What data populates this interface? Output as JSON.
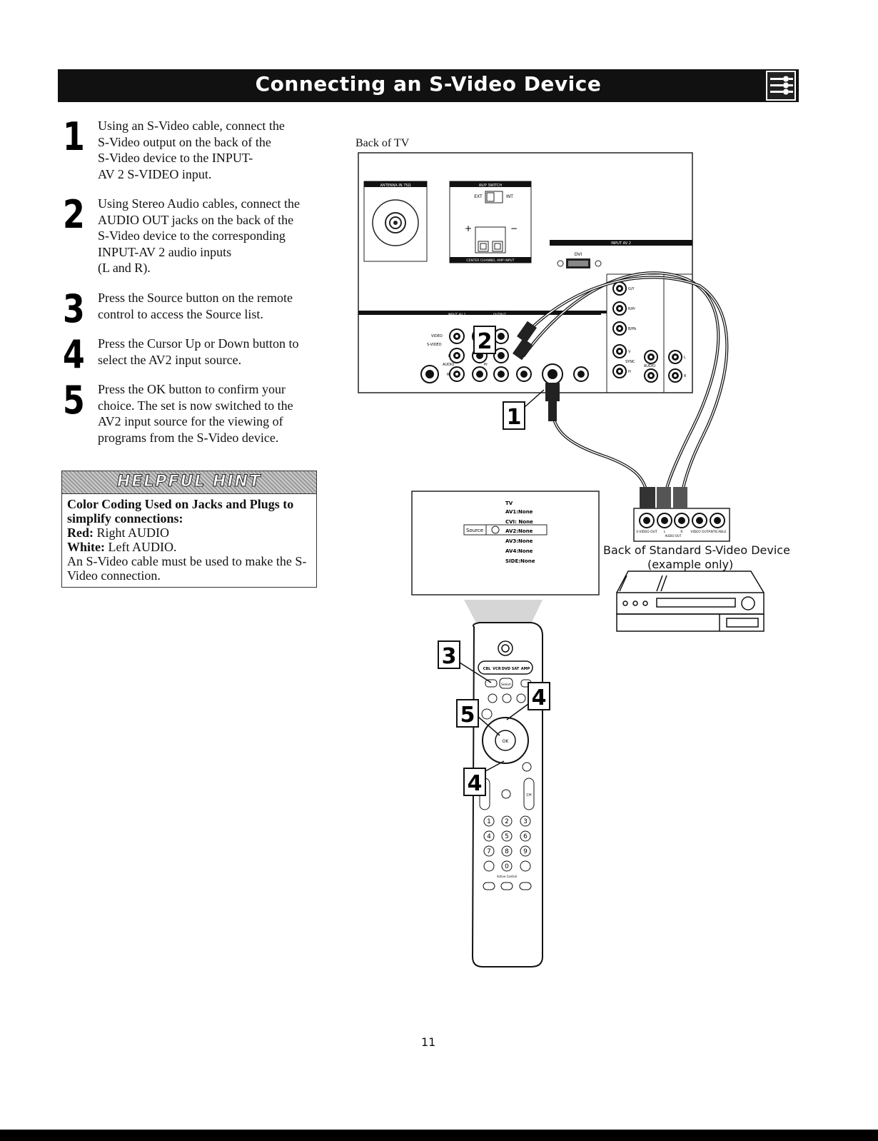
{
  "header": {
    "title": "Connecting an S-Video Device"
  },
  "steps": [
    {
      "number": "1",
      "text": "Using an S-Video cable, connect the\nS-Video output on the back of the\nS-Video device to the INPUT-\nAV 2 S-VIDEO input."
    },
    {
      "number": "2",
      "text": "Using Stereo Audio cables, connect the\nAUDIO OUT jacks on the back of the\nS-Video device to the corresponding\nINPUT-AV 2 audio inputs\n(L and R)."
    },
    {
      "number": "3",
      "text": "Press the Source button on the remote\ncontrol to access the Source list."
    },
    {
      "number": "4",
      "text": "Press the Cursor Up or Down button to\nselect the AV2 input source."
    },
    {
      "number": "5",
      "text": "Press the OK button to confirm your\nchoice. The set is now switched to the\nAV2 input source for the viewing of\nprograms from the S-Video device."
    }
  ],
  "hint": {
    "header": "HELPFUL HINT",
    "heading": "Color Coding Used on Jacks and Plugs to simplify connections:",
    "red_label": "Red:",
    "red_text": " Right AUDIO",
    "white_label": "White:",
    "white_text": " Left AUDIO.",
    "note": "An S-Video cable must be used to make the S-Video connection."
  },
  "diagram": {
    "back_of_tv": "Back of TV",
    "device_label": "Back of Standard S-Video Device",
    "device_example": "(example only)",
    "callouts": {
      "c1": "1",
      "c2": "2",
      "c3": "3",
      "c4a": "4",
      "c4b": "4",
      "c5": "5"
    },
    "panel": {
      "antenna": "ANTENNA IN 75Ω",
      "avp_switch": "AV/P SWITCH",
      "ext": "EXT",
      "int": "INT",
      "plus": "+",
      "minus": "−",
      "center_channel": "CENTER CHANNEL AMP INPUT",
      "input_av2": "INPUT AV 2",
      "dvi": "DVI",
      "input_av1": "INPUT AV 1",
      "output": "OUTPUT",
      "video": "VIDEO",
      "svideo": "S-VIDEO",
      "audio": "AUDIO",
      "gy": "G/Y",
      "rpr": "R/Pr",
      "bpb": "B/Pb",
      "sync": "SYNC",
      "l": "L",
      "r": "R",
      "pr": "Pr",
      "v": "V",
      "h": "H"
    },
    "device_jacks": [
      "S-VIDEO OUT",
      "L",
      "R",
      "VIDEO OUT",
      "ANTICABLE"
    ],
    "device_audio_out": "AUDIO OUT"
  },
  "source_menu": {
    "items": [
      "TV",
      "AV1:None",
      "CVI: None",
      "AV2:None",
      "AV3:None",
      "AV4:None",
      "SIDE:None"
    ],
    "label": "Source"
  },
  "remote": {
    "mode_buttons": [
      "CBL",
      "VCR",
      "DVD",
      "SAT",
      "AMP"
    ],
    "select": "Select",
    "ok": "OK",
    "ch": "CH",
    "digits": [
      "1",
      "2",
      "3",
      "4",
      "5",
      "6",
      "7",
      "8",
      "9",
      "0"
    ],
    "active_control": "Active Control"
  },
  "footer": {
    "page_number": "11"
  }
}
